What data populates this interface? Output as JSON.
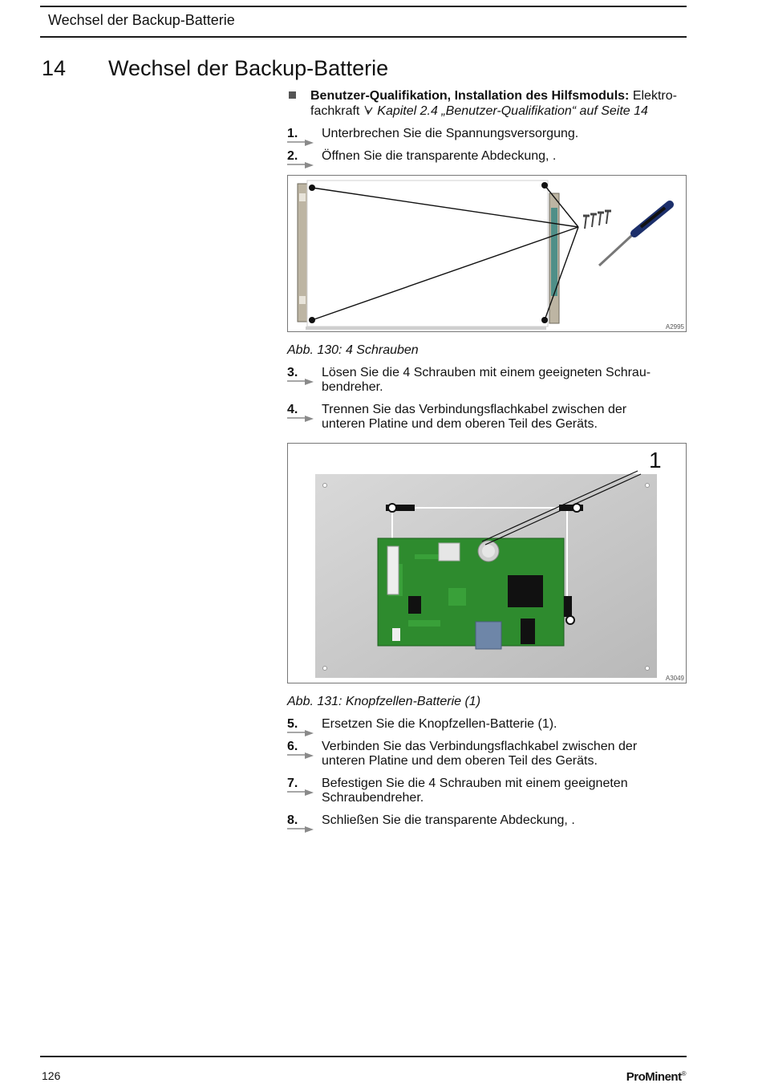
{
  "header": {
    "running_title": "Wechsel der Backup-Batterie"
  },
  "chapter": {
    "number": "14",
    "title": "Wechsel der Backup-Batterie"
  },
  "requirement": {
    "label": "Benutzer-Qualifikation, Installation des Hilfsmoduls:",
    "text_line1": "Elektro-",
    "text_line2": "fachkraft",
    "link_icon": "arrow-link-icon",
    "link_text": "Kapitel 2.4 „Benutzer-Qualifikation“ auf Seite 14"
  },
  "steps_a": [
    {
      "num": "1.",
      "text": "Unterbrechen Sie die Spannungsversorgung."
    },
    {
      "num": "2.",
      "text": "Öffnen Sie die transparente Abdeckung, ."
    }
  ],
  "figure1": {
    "code": "A2995",
    "caption": "Abb. 130: 4 Schrauben"
  },
  "steps_b": [
    {
      "num": "3.",
      "text": "Lösen Sie die 4 Schrauben mit einem geeigneten Schrau-\nbendreher."
    },
    {
      "num": "4.",
      "text": "Trennen Sie das Verbindungsflachkabel zwischen der\nunteren Platine und dem oberen Teil des Geräts."
    }
  ],
  "figure2": {
    "code": "A3049",
    "callout": "1",
    "caption": "Abb. 131: Knopfzellen-Batterie (1)"
  },
  "steps_c": [
    {
      "num": "5.",
      "text": "Ersetzen Sie die Knopfzellen-Batterie (1)."
    },
    {
      "num": "6.",
      "text": "Verbinden Sie das Verbindungsflachkabel zwischen der\nunteren Platine und dem oberen Teil des Geräts."
    },
    {
      "num": "7.",
      "text": "Befestigen Sie die 4 Schrauben mit einem geeigneten\nSchraubendreher."
    },
    {
      "num": "8.",
      "text": "Schließen Sie die transparente Abdeckung, ."
    }
  ],
  "footer": {
    "page_number": "126",
    "brand": "ProMinent",
    "brand_mark": "®"
  },
  "colors": {
    "rule": "#1a1a1a",
    "pcb_green": "#2e8b2e",
    "plate_gray": "#c8c8c8",
    "arrow_gray": "#8a8a8a"
  }
}
